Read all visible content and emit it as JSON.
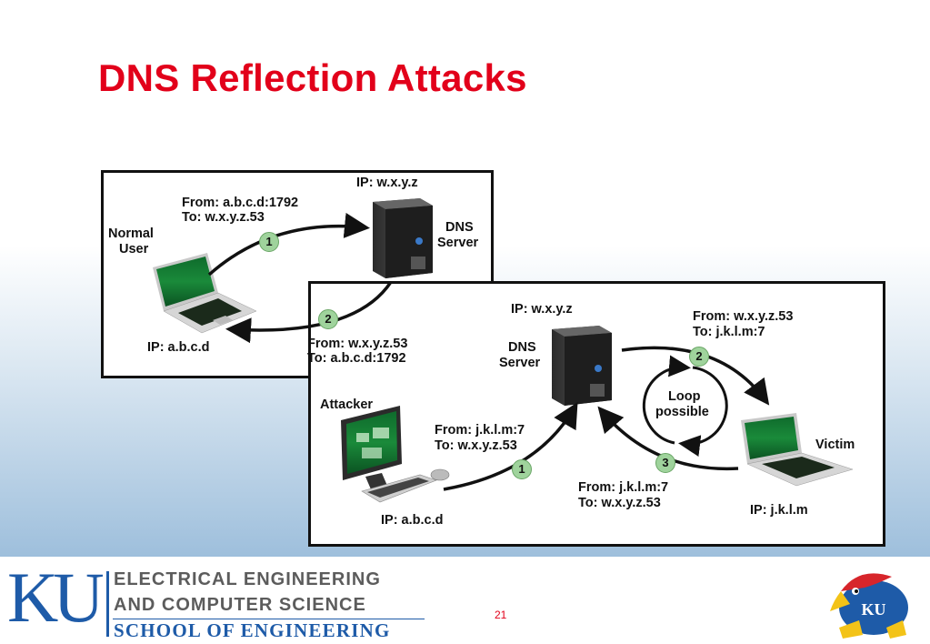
{
  "slide": {
    "title": "DNS Reflection Attacks",
    "page_number": "21"
  },
  "panel_top": {
    "server_ip": "IP: w.x.y.z",
    "server_label_1": "DNS",
    "server_label_2": "Server",
    "user_label_1": "Normal",
    "user_label_2": "User",
    "user_ip": "IP: a.b.c.d",
    "msg1_from": "From: a.b.c.d:1792",
    "msg1_to": "To: w.x.y.z.53",
    "msg2_from": "From: w.x.y.z.53",
    "msg2_to": "To: a.b.c.d:1792",
    "step1": "1",
    "step2": "2"
  },
  "panel_bottom": {
    "server_ip": "IP: w.x.y.z",
    "server_label_1": "DNS",
    "server_label_2": "Server",
    "attacker_label": "Attacker",
    "attacker_ip": "IP: a.b.c.d",
    "victim_label": "Victim",
    "victim_ip": "IP: j.k.l.m",
    "msg1_from": "From: j.k.l.m:7",
    "msg1_to": "To: w.x.y.z.53",
    "msg2_from": "From: w.x.y.z.53",
    "msg2_to": "To: j.k.l.m:7",
    "msg3_from": "From: j.k.l.m:7",
    "msg3_to": "To: w.x.y.z.53",
    "loop_1": "Loop",
    "loop_2": "possible",
    "step1": "1",
    "step2": "2",
    "step3": "3"
  },
  "footer": {
    "logo_text": "KU",
    "dept_line1": "ELECTRICAL ENGINEERING",
    "dept_line2": "AND COMPUTER SCIENCE",
    "school": "SCHOOL OF ENGINEERING",
    "mascot_text": "KU"
  },
  "colors": {
    "title_red": "#e2001a",
    "ku_blue": "#1e5ba8",
    "badge_green": "#9fd39c",
    "screen_green": "#1a8a3a"
  }
}
